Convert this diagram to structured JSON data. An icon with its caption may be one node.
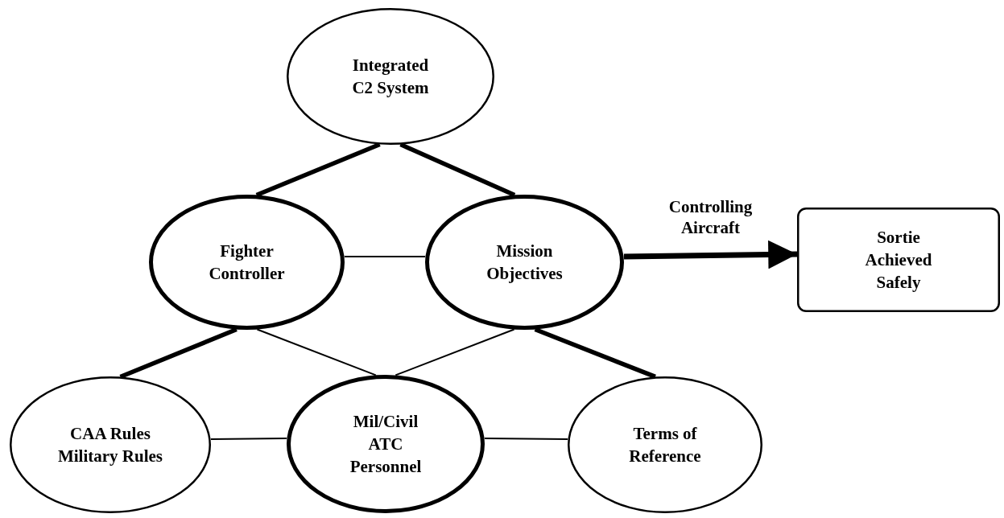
{
  "diagram": {
    "nodes": [
      {
        "text": [
          "Integrated C2 System"
        ]
      },
      {
        "text": [
          "Fighter Controller"
        ]
      },
      {
        "text": [
          "Mission Objectives"
        ]
      },
      {
        "text": [
          "Sortie Achieved Safely"
        ]
      },
      {
        "text": [
          "CAA Rules Military Rules"
        ]
      },
      {
        "text": [
          "Mil/Civil ATC Personnel"
        ]
      },
      {
        "text": [
          "Terms of Reference"
        ]
      }
    ],
    "edges": [
      {
        "from": 0,
        "to": 1,
        "arrow": "none",
        "style": "thick"
      },
      {
        "from": 0,
        "to": 2,
        "arrow": "none",
        "style": "thick"
      },
      {
        "from": 1,
        "to": 2,
        "arrow": "none"
      },
      {
        "from": 2,
        "to": 3,
        "arrow": "to",
        "style": "thick",
        "label": "Controlling Aircraft"
      },
      {
        "from": 1,
        "to": 4,
        "arrow": "none",
        "style": "thick"
      },
      {
        "from": 1,
        "to": 5,
        "arrow": "none"
      },
      {
        "from": 2,
        "to": 5,
        "arrow": "none"
      },
      {
        "from": 2,
        "to": 6,
        "arrow": "none",
        "style": "thick"
      },
      {
        "from": 4,
        "to": 5,
        "arrow": "none"
      },
      {
        "from": 5,
        "to": 6,
        "arrow": "none"
      }
    ]
  }
}
